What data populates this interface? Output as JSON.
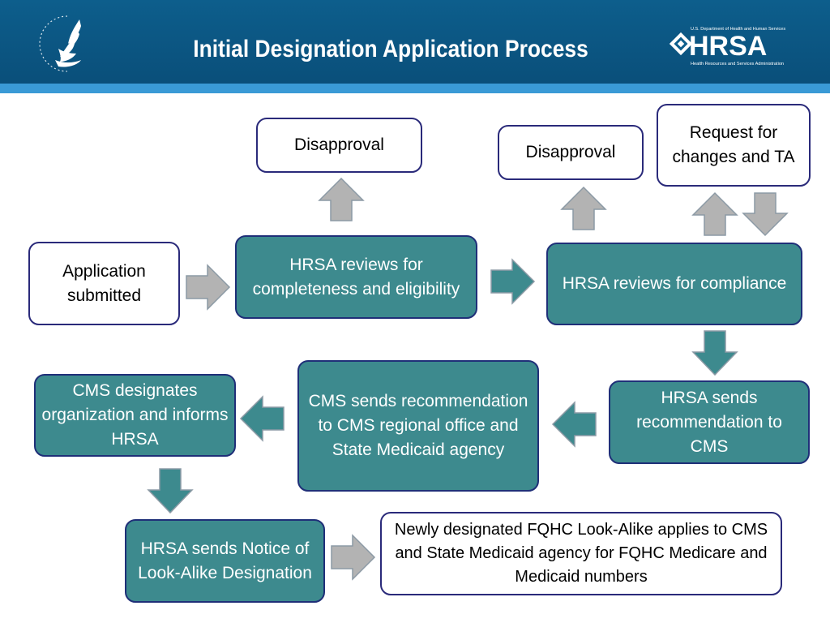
{
  "header": {
    "title": "Initial Designation Application Process",
    "hhs_logo_icon": "hhs-eagle-logo",
    "hrsa_logo": {
      "top_text": "U.S. Department of Health and Human Services",
      "wordmark": "HRSA",
      "bottom_text": "Health Resources and Services Administration"
    }
  },
  "colors": {
    "header_bg": "#0d5e8c",
    "header_stripe": "#3a9ad6",
    "teal_box": "#3d8a8e",
    "box_border": "#1f2f78",
    "gray_arrow": "#b3b3b3",
    "teal_arrow": "#3d8a8e"
  },
  "diagram": {
    "disapproval_1": "Disapproval",
    "disapproval_2": "Disapproval",
    "request_changes": "Request for changes and TA",
    "application_submitted": "Application submitted",
    "review_completeness": "HRSA reviews for completeness and eligibility",
    "review_compliance": "HRSA reviews for compliance",
    "hrsa_sends_recommendation": "HRSA sends recommendation to CMS",
    "cms_sends_recommendation": "CMS sends recommendation to CMS regional office and State Medicaid agency",
    "cms_designates": "CMS designates organization and informs HRSA",
    "hrsa_sends_notice": "HRSA sends Notice of Look-Alike Designation",
    "newly_designated": "Newly designated FQHC Look-Alike applies to CMS and State Medicaid agency for FQHC Medicare and Medicaid numbers"
  }
}
